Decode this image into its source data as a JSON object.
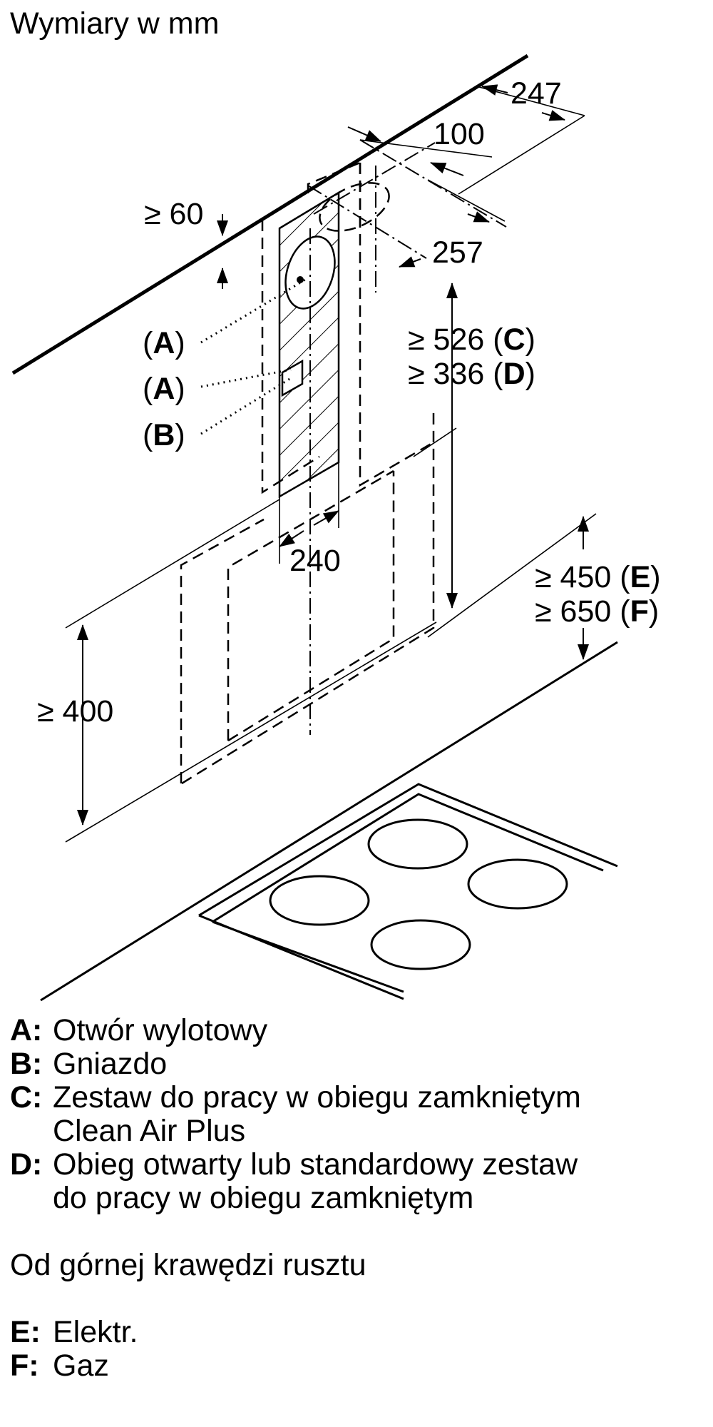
{
  "title": "Wymiary w mm",
  "dimensions": {
    "d247": "247",
    "d100": "100",
    "d60": "≥ 60",
    "d257": "257",
    "d526": "≥ 526",
    "d526_ref": "C",
    "d336": "≥ 336",
    "d336_ref": "D",
    "d240": "240",
    "d450": "≥ 450",
    "d450_ref": "E",
    "d650": "≥ 650",
    "d650_ref": "F",
    "d400": "≥ 400"
  },
  "callouts": [
    "A",
    "A",
    "B"
  ],
  "legend": {
    "items": [
      {
        "key": "A:",
        "lines": [
          "Otwór wylotowy"
        ]
      },
      {
        "key": "B:",
        "lines": [
          "Gniazdo"
        ]
      },
      {
        "key": "C:",
        "lines": [
          "Zestaw do pracy w obiegu zamkniętym",
          "Clean Air Plus"
        ]
      },
      {
        "key": "D:",
        "lines": [
          "Obieg otwarty lub standardowy zestaw",
          "do pracy w obiegu zamkniętym"
        ]
      }
    ],
    "note": "Od górnej krawędzi rusztu",
    "items2": [
      {
        "key": "E:",
        "lines": [
          "Elektr."
        ]
      },
      {
        "key": "F:",
        "lines": [
          "Gaz"
        ]
      }
    ]
  }
}
